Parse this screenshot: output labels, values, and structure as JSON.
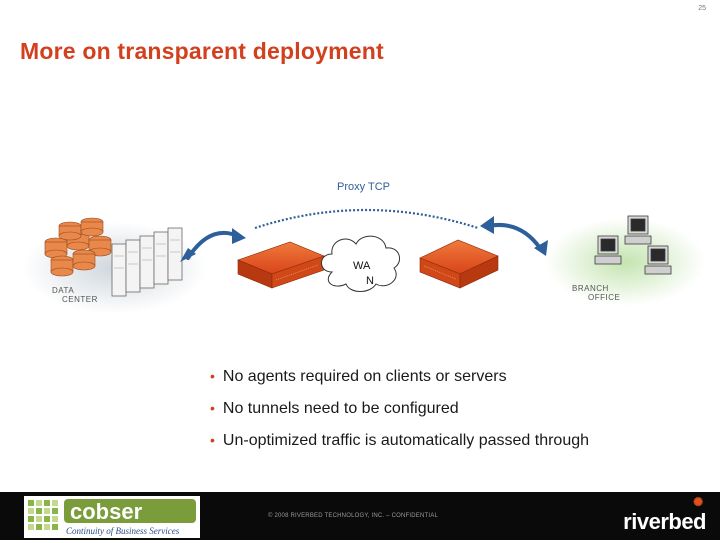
{
  "slide": {
    "number": "25",
    "title": "More on transparent deployment"
  },
  "diagram": {
    "proxy_label": "Proxy TCP",
    "wan_label_line1": "WA",
    "wan_label_line2": "N",
    "data_center_line1": "DATA",
    "data_center_line2": "CENTER",
    "branch_line1": "BRANCH",
    "branch_line2": "OFFICE"
  },
  "bullets": [
    "No agents required on clients or servers",
    "No tunnels need to be configured",
    "Un-optimized traffic is automatically passed through"
  ],
  "footer": {
    "confidential": "© 2008 RIVERBED TECHNOLOGY, INC. – CONFIDENTIAL",
    "left_logo_name": "cobser",
    "left_logo_tagline": "Continuity of Business Services",
    "right_logo": "riverbed"
  },
  "colors": {
    "title": "#d2401e",
    "appliance": "#e0521c",
    "arrow": "#2d5f9a",
    "footer_bg": "#0a0a0a"
  }
}
